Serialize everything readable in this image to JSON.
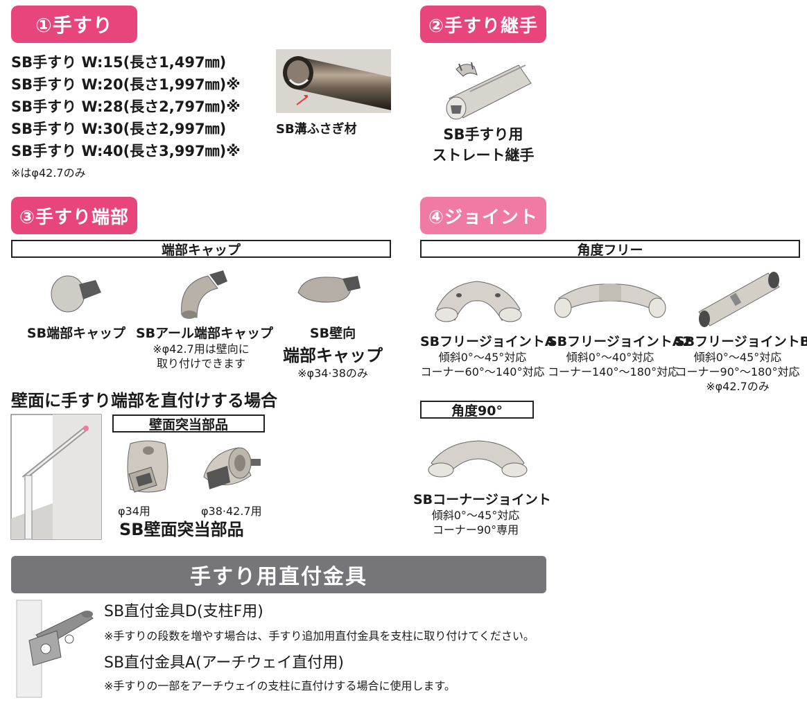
{
  "s1": {
    "title": "①手すり",
    "lines": [
      "SB手すり W:15(長さ1,497㎜)",
      "SB手すり W:20(長さ1,997㎜)※",
      "SB手すり W:28(長さ2,797㎜)※",
      "SB手すり W:30(長さ2,997㎜)",
      "SB手すり W:40(長さ3,997㎜)※"
    ],
    "note": "※はφ42.7のみ",
    "image_caption": "SB溝ふさぎ材"
  },
  "s2": {
    "title": "②手すり継手",
    "caption_l1": "SB手すり用",
    "caption_l2": "ストレート継手"
  },
  "s3": {
    "title": "③手すり端部",
    "bar": "端部キャップ",
    "items": [
      {
        "t1": "SB端部キャップ",
        "t2": "",
        "s1": "",
        "s2": ""
      },
      {
        "t1": "SBアール端部キャップ",
        "t2": "",
        "s1": "※φ42.7用は壁向に",
        "s2": "取り付けできます"
      },
      {
        "t1": "SB壁向",
        "t2": "端部キャップ",
        "s1": "※φ34·38のみ",
        "s2": ""
      }
    ],
    "wall_heading": "壁面に手すり端部を直付けする場合",
    "wall_bar": "壁面突当部品",
    "label_34": "φ34用",
    "label_38": "φ38·42.7用",
    "wall_caption": "SB壁面突当部品"
  },
  "s4": {
    "title": "④ジョイント",
    "bar_free": "角度フリー",
    "items": [
      {
        "t": "SBフリージョイントA",
        "s1": "傾斜0°〜45°対応",
        "s2": "コーナー60°〜140°対応",
        "s3": ""
      },
      {
        "t": "SBフリージョイントA2",
        "s1": "傾斜0°〜40°対応",
        "s2": "コーナー140°〜180°対応",
        "s3": ""
      },
      {
        "t": "SBフリージョイントB",
        "s1": "傾斜0°〜45°対応",
        "s2": "コーナー90°〜180°対応",
        "s3": "※φ42.7のみ"
      }
    ],
    "bar_90": "角度90°",
    "corner": {
      "t": "SBコーナージョイント",
      "s1": "傾斜0°〜45°対応",
      "s2": "コーナー90°専用"
    }
  },
  "s5": {
    "band": "手すり用直付金具",
    "d_title": "SB直付金具D(支柱F用)",
    "d_note": "※手すりの段数を増やす場合は、手すり追加用直付金具を支柱に取り付けてください。",
    "a_title": "SB直付金具A(アーチウェイ直付用)",
    "a_note": "※手すりの一部をアーチウェイの支柱に直付けする場合に使用します。"
  },
  "colors": {
    "pink": "#e8457c",
    "pink_light": "#f07aa4",
    "band": "#76767a"
  }
}
